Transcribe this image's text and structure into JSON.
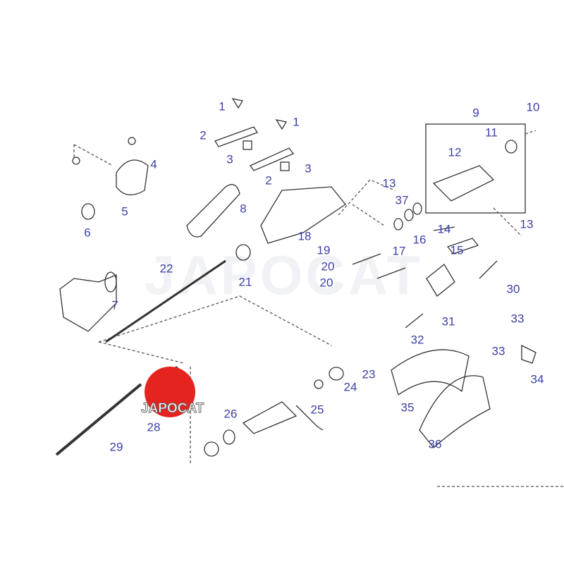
{
  "diagram": {
    "title": "Steering column exploded parts diagram",
    "watermark": "JAPOCAT",
    "logo_text": "JAPOCAT",
    "label_color": "#3b3fa6",
    "logo_color": "#e52420",
    "labels": [
      "1",
      "1",
      "2",
      "2",
      "3",
      "3",
      "4",
      "5",
      "6",
      "7",
      "8",
      "9",
      "10",
      "11",
      "12",
      "13",
      "13",
      "14",
      "15",
      "16",
      "17",
      "18",
      "19",
      "20",
      "20",
      "21",
      "22",
      "23",
      "24",
      "25",
      "26",
      "28",
      "29",
      "30",
      "31",
      "32",
      "33",
      "33",
      "34",
      "35",
      "36",
      "37"
    ]
  }
}
